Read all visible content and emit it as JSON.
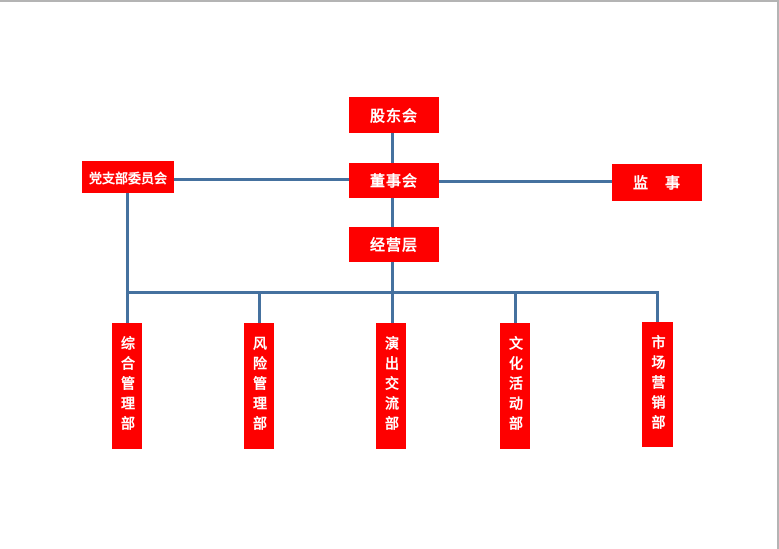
{
  "colors": {
    "node_fill": "#fe0000",
    "node_text": "#ffffff",
    "connector": "#45719f",
    "page_border": "#b4b4b4"
  },
  "org_chart": {
    "nodes": {
      "shareholders": {
        "label": "股东会"
      },
      "party_branch": {
        "label": "党支部委员会"
      },
      "board": {
        "label": "董事会"
      },
      "supervisor": {
        "label": "监　事"
      },
      "management": {
        "label": "经营层"
      },
      "dept_general_admin": {
        "label": "综合管理部"
      },
      "dept_risk": {
        "label": "风险管理部"
      },
      "dept_performance_exchange": {
        "label": "演出交流部"
      },
      "dept_cultural_activities": {
        "label": "文化活动部"
      },
      "dept_marketing": {
        "label": "市场营销部"
      }
    },
    "edges": [
      {
        "from": "shareholders",
        "to": "board"
      },
      {
        "from": "party_branch",
        "to": "board"
      },
      {
        "from": "board",
        "to": "supervisor"
      },
      {
        "from": "board",
        "to": "management"
      },
      {
        "from": "party_branch",
        "to": "dept_general_admin"
      },
      {
        "from": "management",
        "to": "dept_general_admin"
      },
      {
        "from": "management",
        "to": "dept_risk"
      },
      {
        "from": "management",
        "to": "dept_performance_exchange"
      },
      {
        "from": "management",
        "to": "dept_cultural_activities"
      },
      {
        "from": "management",
        "to": "dept_marketing"
      }
    ]
  }
}
